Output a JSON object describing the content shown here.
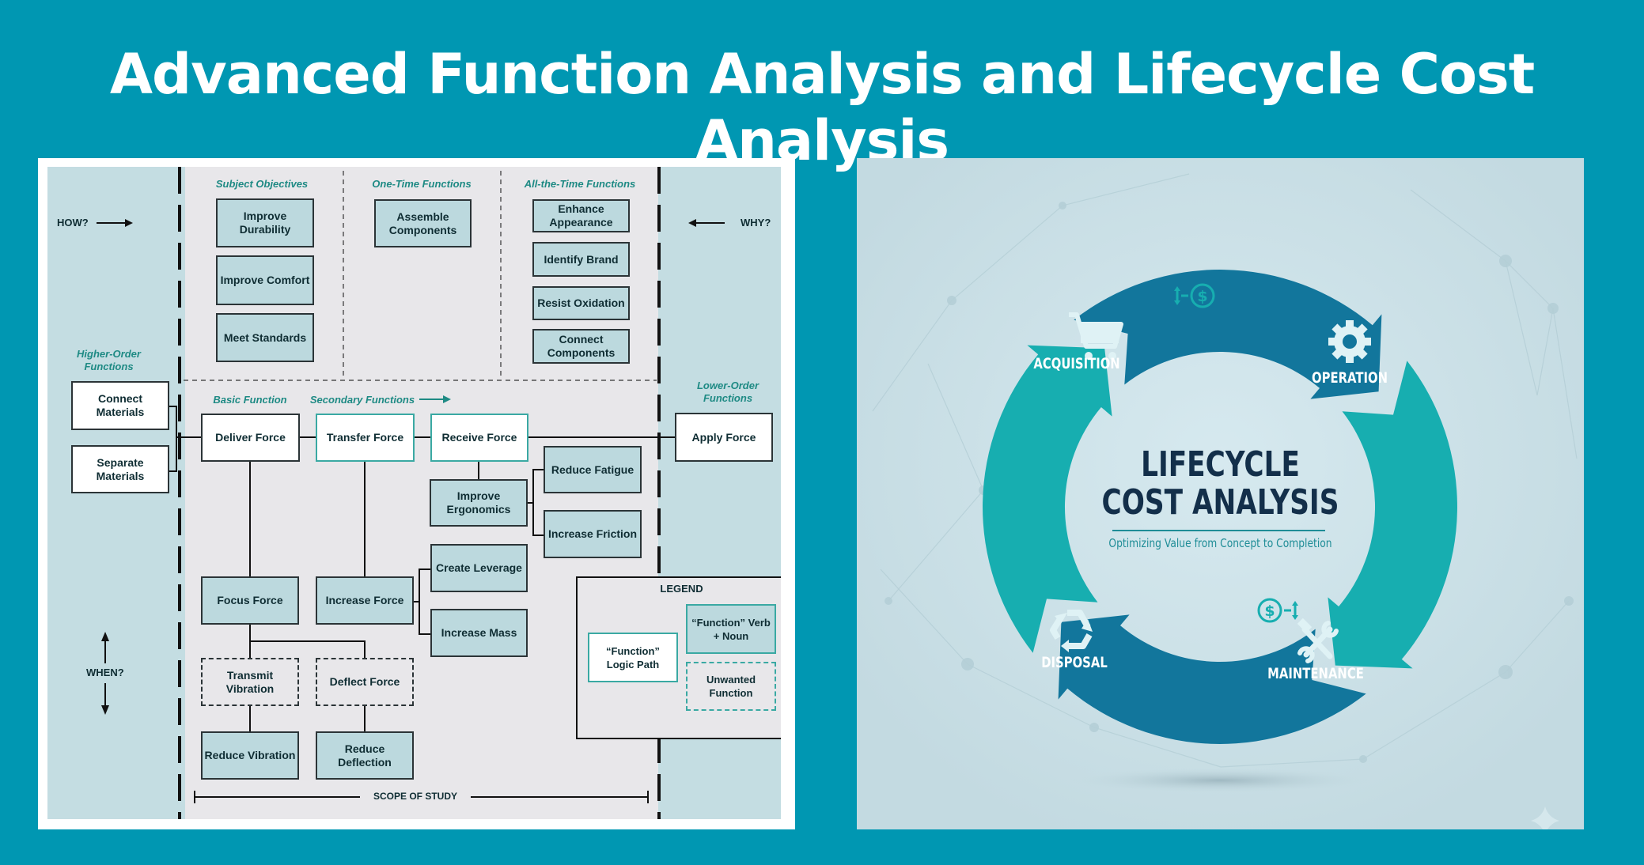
{
  "title": "Advanced Function Analysis and Lifecycle Cost Analysis",
  "fast_diagram": {
    "directions": {
      "how": "HOW?",
      "why": "WHY?",
      "when": "WHEN?"
    },
    "sections": {
      "subject_objectives": "Subject Objectives",
      "one_time_functions": "One-Time Functions",
      "all_the_time_functions": "All-the-Time Functions",
      "higher_order_functions": "Higher-Order Functions",
      "lower_order_functions": "Lower-Order Functions",
      "basic_function": "Basic Function",
      "secondary_functions": "Secondary Functions"
    },
    "subject_objectives": [
      "Improve Durability",
      "Improve Comfort",
      "Meet Standards"
    ],
    "one_time_functions": [
      "Assemble Components"
    ],
    "all_the_time_functions": [
      "Enhance Appearance",
      "Identify Brand",
      "Resist Oxidation",
      "Connect Components"
    ],
    "higher_order": [
      "Connect Materials",
      "Separate Materials"
    ],
    "lower_order": [
      "Apply Force"
    ],
    "basic": "Deliver Force",
    "secondary": {
      "transfer_force": "Transfer Force",
      "receive_force": "Receive Force",
      "improve_ergonomics": "Improve Ergonomics",
      "reduce_fatigue": "Reduce Fatigue",
      "increase_friction": "Increase Friction",
      "create_leverage": "Create Leverage",
      "increase_mass": "Increase Mass",
      "focus_force": "Focus Force",
      "increase_force": "Increase Force",
      "transmit_vibration": "Transmit Vibration",
      "deflect_force": "Deflect Force",
      "reduce_vibration": "Reduce Vibration",
      "reduce_deflection": "Reduce Deflection"
    },
    "scope": "SCOPE OF STUDY",
    "legend": {
      "title": "LEGEND",
      "logic_path": "“Function” Logic Path",
      "verb_noun": "“Function” Verb + Noun",
      "unwanted": "Unwanted Function"
    }
  },
  "lifecycle": {
    "title_line1": "LIFECYCLE",
    "title_line2": "COST ANALYSIS",
    "subtitle": "Optimizing Value from Concept to Completion",
    "stages": [
      {
        "label": "ACQUISITION",
        "icon": "shopping-cart-icon",
        "color": "#17aeb0"
      },
      {
        "label": "OPERATION",
        "icon": "gear-icon",
        "color": "#12769c"
      },
      {
        "label": "MAINTENANCE",
        "icon": "wrench-hammer-icon",
        "color": "#17aeb0"
      },
      {
        "label": "DISPOSAL",
        "icon": "recycle-icon",
        "color": "#12769c"
      }
    ],
    "accent": "#1f8d97"
  }
}
